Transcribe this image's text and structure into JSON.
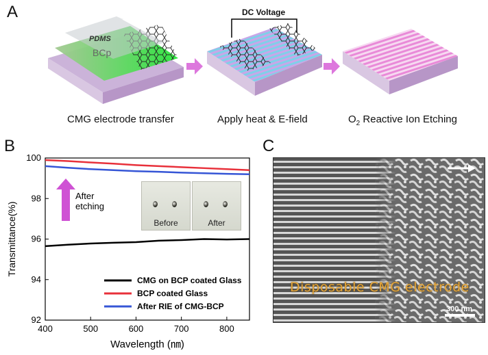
{
  "panels": {
    "a": "A",
    "b": "B",
    "c": "C"
  },
  "schematic": {
    "dc_voltage_label": "DC Voltage",
    "pdms_label": "PDMS",
    "bcp_label": "BCp",
    "step1_caption": "CMG electrode transfer",
    "step2_caption": "Apply heat & E-field",
    "step3_caption_main": "O",
    "step3_caption_sub": "2",
    "step3_caption_rest": " Reactive Ion Etching"
  },
  "chart_data": {
    "type": "line",
    "xlabel": "Wavelength (㎚)",
    "ylabel": "Transmittance(%)",
    "xlim": [
      400,
      850
    ],
    "ylim": [
      92,
      100
    ],
    "x_ticks": [
      400,
      500,
      600,
      700,
      800
    ],
    "y_ticks": [
      92,
      94,
      96,
      98,
      100
    ],
    "grid": false,
    "legend_position": "bottom-right",
    "series": [
      {
        "name": "CMG on BCP coated Glass",
        "color": "#000000",
        "x": [
          400,
          450,
          500,
          550,
          600,
          650,
          700,
          750,
          800,
          850
        ],
        "values": [
          95.65,
          95.72,
          95.78,
          95.82,
          95.85,
          95.92,
          95.95,
          96.0,
          95.98,
          96.0
        ]
      },
      {
        "name": "BCP coated Glass",
        "color": "#e8303a",
        "x": [
          400,
          450,
          500,
          550,
          600,
          650,
          700,
          750,
          800,
          850
        ],
        "values": [
          99.9,
          99.85,
          99.78,
          99.72,
          99.65,
          99.6,
          99.55,
          99.5,
          99.45,
          99.4
        ]
      },
      {
        "name": "After RIE of CMG-BCP",
        "color": "#3555d6",
        "x": [
          400,
          450,
          500,
          550,
          600,
          650,
          700,
          750,
          800,
          850
        ],
        "values": [
          99.6,
          99.52,
          99.45,
          99.4,
          99.35,
          99.32,
          99.28,
          99.25,
          99.22,
          99.2
        ]
      }
    ],
    "annotation": "After\netching",
    "annotation_color": "#cf52d4"
  },
  "insets": {
    "before_label": "Before",
    "after_label": "After"
  },
  "sem": {
    "label": "Disposable CMG electrode",
    "scale_text": "300 nm"
  }
}
